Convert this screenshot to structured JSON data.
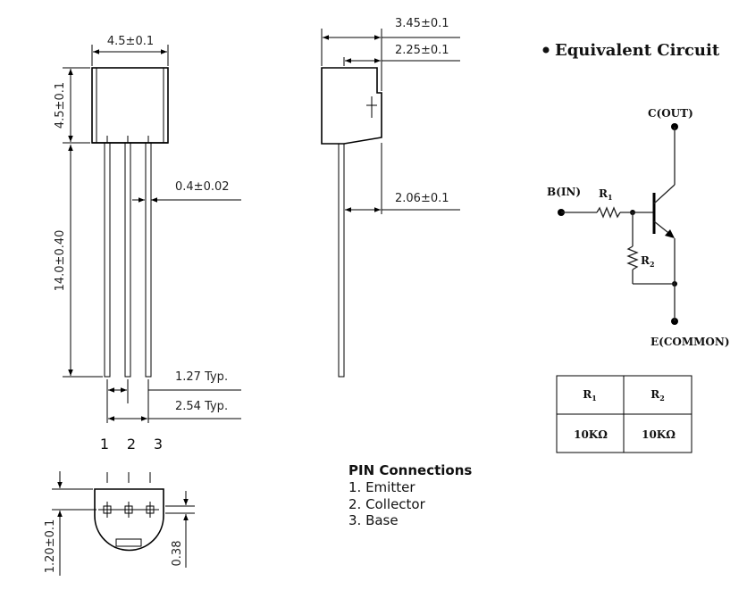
{
  "dimensions": {
    "body_width": "4.5±0.1",
    "body_height": "4.5±0.1",
    "lead_length": "14.0±0.40",
    "lead_width": "0.4±0.02",
    "pitch_typ": "1.27 Typ.",
    "span_typ": "2.54 Typ.",
    "side_depth": "3.45±0.1",
    "side_step": "2.25±0.1",
    "side_lead_offset": "2.06±0.1",
    "bottom_height": "1.20±0.1",
    "bottom_flat": "0.38"
  },
  "pin_numbers": [
    "1",
    "2",
    "3"
  ],
  "equivalent_circuit": {
    "title": "Equivalent Circuit",
    "collector_label": "C(OUT)",
    "base_label": "B(IN)",
    "emitter_label": "E(COMMON)",
    "r1_label": "R",
    "r1_sub": "1",
    "r2_label": "R",
    "r2_sub": "2"
  },
  "resistor_table": {
    "headers": [
      {
        "label": "R",
        "sub": "1"
      },
      {
        "label": "R",
        "sub": "2"
      }
    ],
    "values": [
      "10KΩ",
      "10KΩ"
    ]
  },
  "pin_connections": {
    "title": "PIN Connections",
    "items": [
      "1. Emitter",
      "2. Collector",
      "3. Base"
    ]
  }
}
